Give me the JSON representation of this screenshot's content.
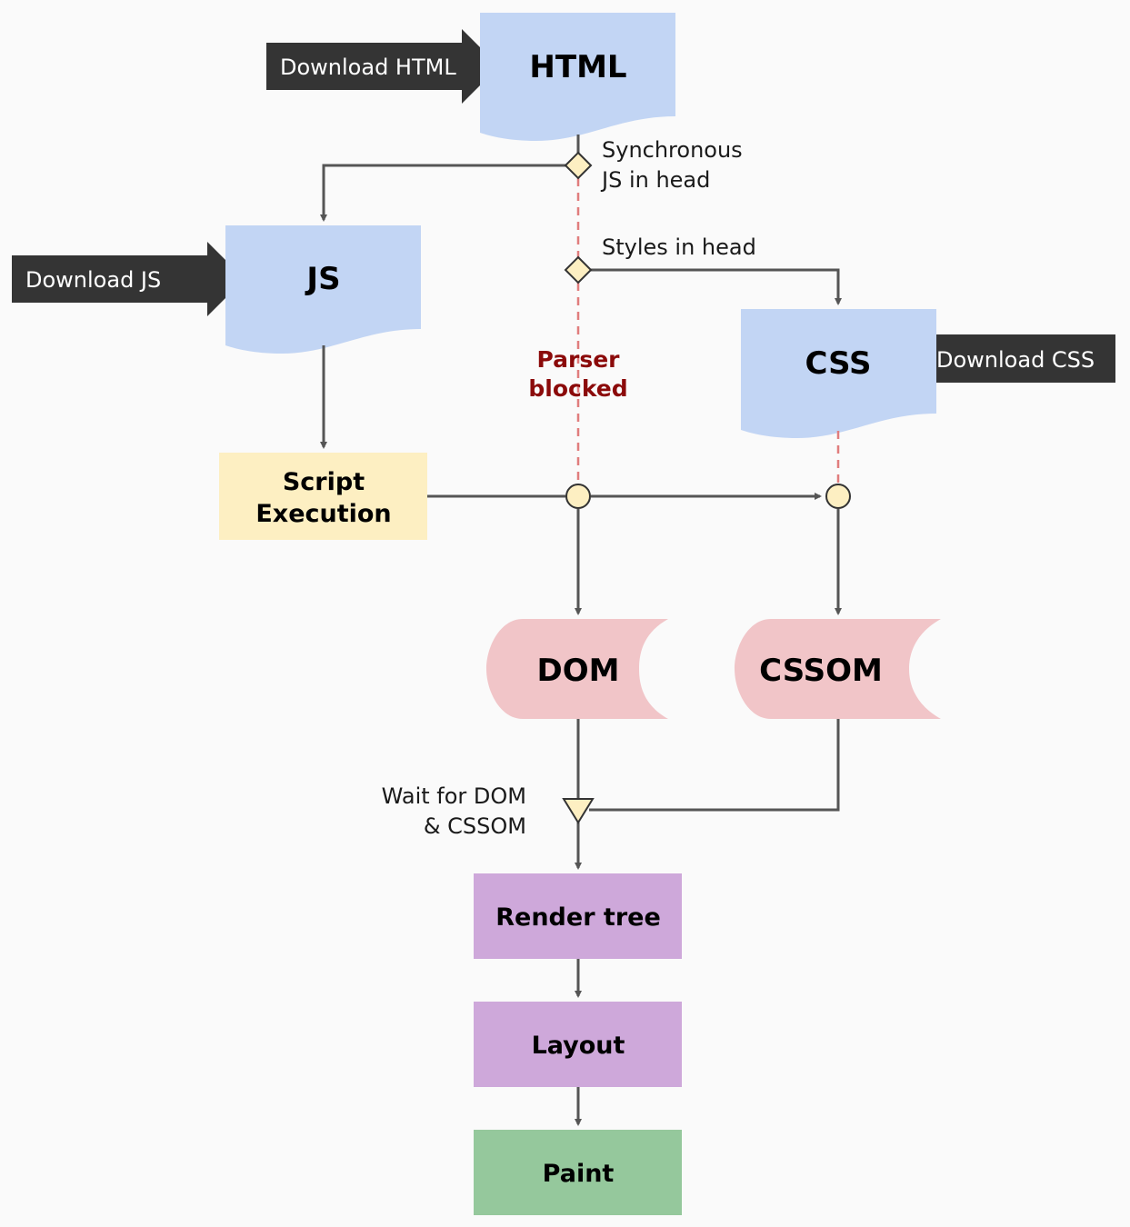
{
  "nodes": {
    "html": "HTML",
    "js": "JS",
    "css": "CSS",
    "script_exec": [
      "Script",
      "Execution"
    ],
    "dom": "DOM",
    "cssom": "CSSOM",
    "render_tree": "Render tree",
    "layout": "Layout",
    "paint": "Paint"
  },
  "downloads": {
    "html": "Download HTML",
    "js": "Download JS",
    "css": "Download CSS"
  },
  "labels": {
    "sync_js": [
      "Synchronous",
      "JS in head"
    ],
    "styles_in_head": "Styles in head",
    "parser_blocked": [
      "Parser",
      "blocked"
    ],
    "wait": [
      "Wait for DOM",
      "& CSSOM"
    ]
  },
  "colors": {
    "document": "#c2d5f4",
    "script": "#fdefc2",
    "object_model": "#f1c5c8",
    "render_stage": "#cea8da",
    "paint_stage": "#95c89c",
    "download_arrow": "#343434",
    "edge": "#555555",
    "blocked_dash": "#e07d7d",
    "blocked_text": "#8b0a0a",
    "junction": "#fdefc2"
  }
}
